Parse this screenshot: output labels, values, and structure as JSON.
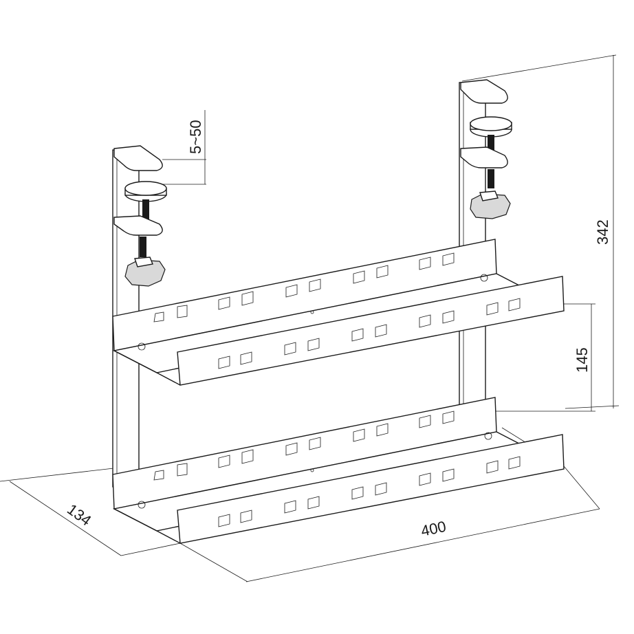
{
  "dimensions": {
    "clamp_range": "5~50",
    "total_height": "342",
    "tray_spacing": "145",
    "depth": "134",
    "width": "400"
  },
  "colors": {
    "line": "#1a1a1a",
    "fill": "#ffffff",
    "knob_fill": "#d9d9d9"
  }
}
